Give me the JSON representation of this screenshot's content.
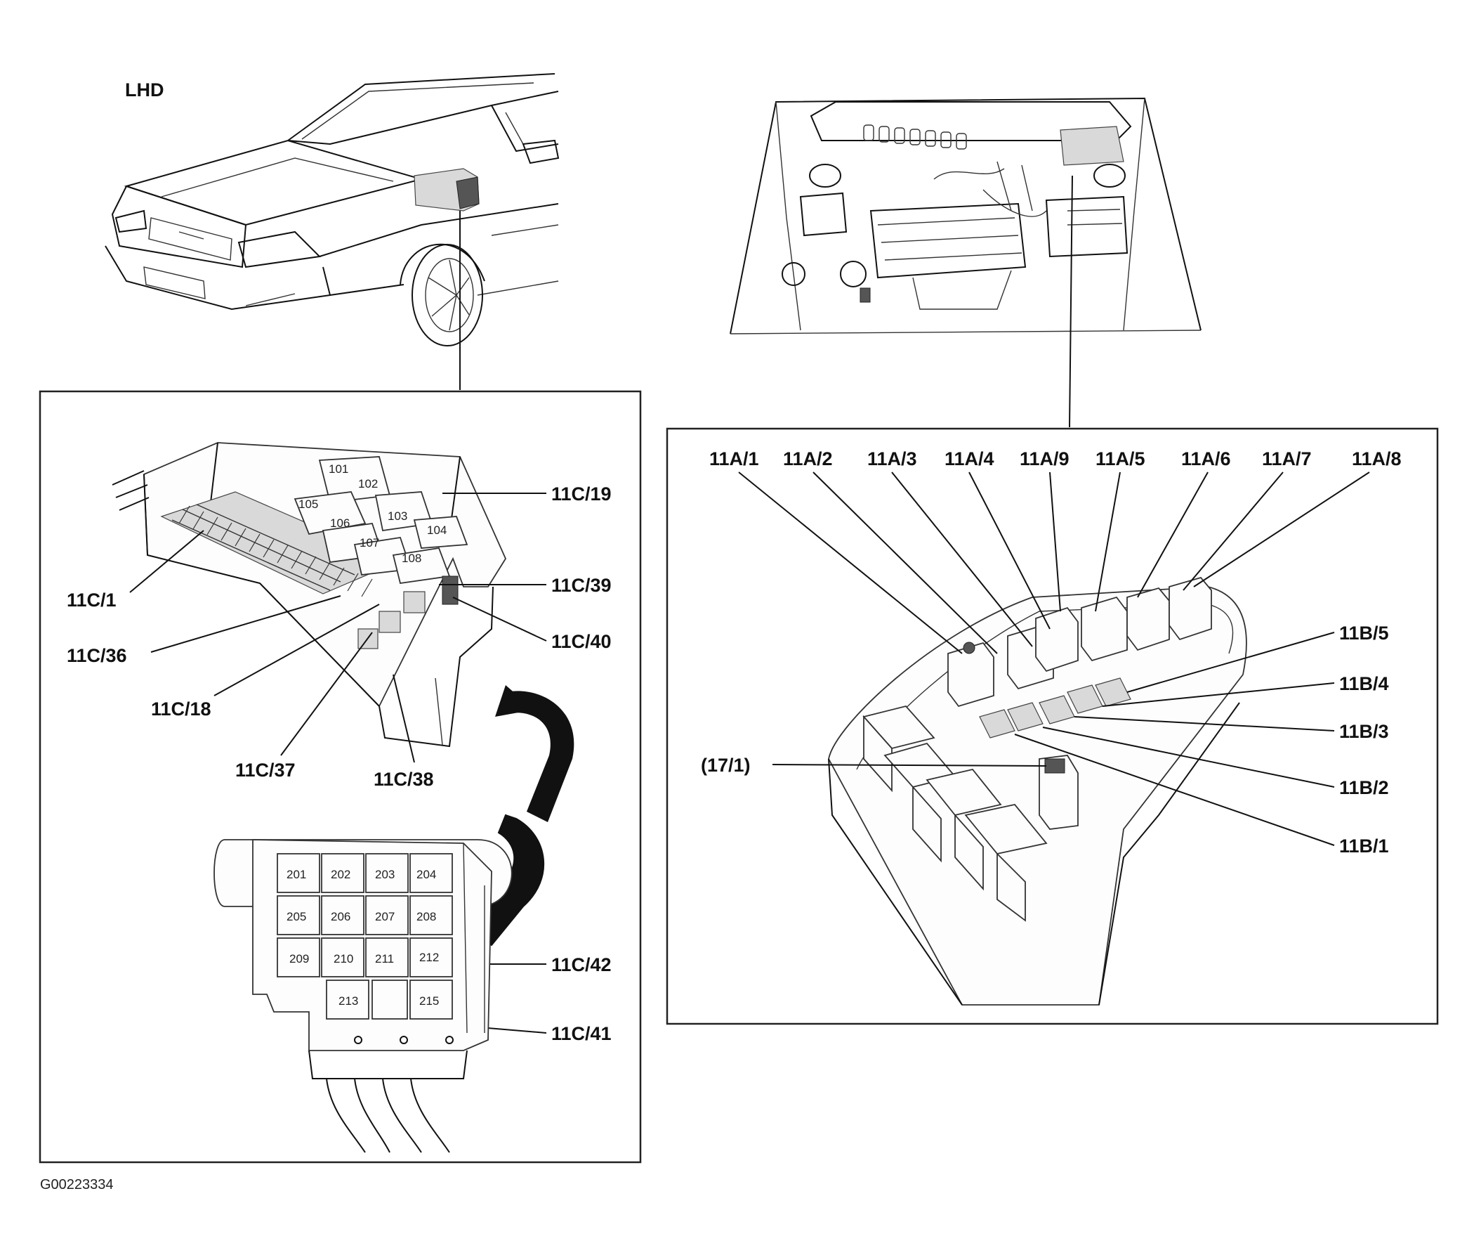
{
  "top_left_label": "LHD",
  "figure_id": "G00223334",
  "left_panel": {
    "box_labels": [
      "101",
      "102",
      "103",
      "104",
      "105",
      "106",
      "107",
      "108"
    ],
    "callouts": [
      "11C/19",
      "11C/1",
      "11C/39",
      "11C/36",
      "11C/40",
      "11C/18",
      "11C/37",
      "11C/38",
      "11C/42",
      "11C/41"
    ],
    "lower_box_labels": [
      "201",
      "202",
      "203",
      "204",
      "205",
      "206",
      "207",
      "208",
      "209",
      "210",
      "211",
      "212",
      "213",
      "215"
    ]
  },
  "right_panel": {
    "top_callouts": [
      "11A/1",
      "11A/2",
      "11A/3",
      "11A/4",
      "11A/9",
      "11A/5",
      "11A/6",
      "11A/7",
      "11A/8"
    ],
    "right_callouts": [
      "11B/5",
      "11B/4",
      "11B/3",
      "11B/2",
      "11B/1"
    ],
    "left_callout": "(17/1)"
  }
}
